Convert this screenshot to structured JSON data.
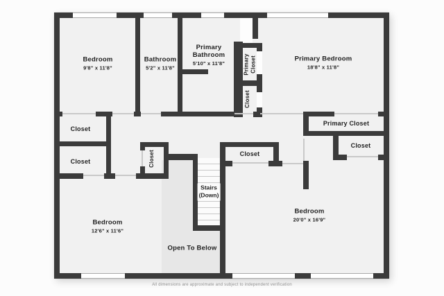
{
  "plan": {
    "rooms": [
      {
        "id": "bedroom-top-left",
        "name": "Bedroom",
        "dims": "9'8\" x 11'8\""
      },
      {
        "id": "bathroom",
        "name": "Bathroom",
        "dims": "5'2\" x 11'8\""
      },
      {
        "id": "primary-bathroom",
        "name": "Primary Bathroom",
        "dims": "5'10\" x 11'8\""
      },
      {
        "id": "primary-bedroom",
        "name": "Primary Bedroom",
        "dims": "18'8\" x 11'8\""
      },
      {
        "id": "bedroom-bottom-left",
        "name": "Bedroom",
        "dims": "12'6\" x 11'6\""
      },
      {
        "id": "bedroom-bottom-right",
        "name": "Bedroom",
        "dims": "20'0\" x 16'9\""
      }
    ],
    "labels": {
      "closet": "Closet",
      "primary_closet": "Primary Closet",
      "stairs_line1": "Stairs",
      "stairs_line2": "(Down)",
      "open_to_below": "Open To Below"
    },
    "disclaimer": "All dimensions are approximate and subject to independent verification",
    "colors": {
      "wall": "#3b3b3b",
      "room_fill": "#f1f1f1",
      "void_fill": "#e7e7e7",
      "door_line": "#c9c9c9",
      "background": "#fcfcfc"
    }
  }
}
